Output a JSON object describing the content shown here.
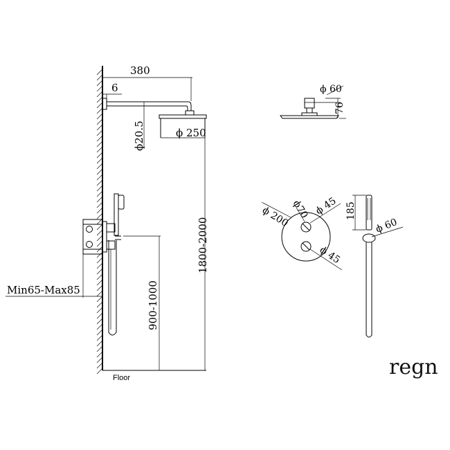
{
  "side_view": {
    "arm_length": "380",
    "wall_offset": "6",
    "arm_diameter": "ϕ20.5",
    "head_diameter": "ϕ 250",
    "overhead_height": "1800-2000",
    "valve_height": "900-1000",
    "wall_depth": "Min65-Max85",
    "floor_label": "Floor"
  },
  "head_detail": {
    "flange_diameter": "ϕ 60",
    "flange_height": "76"
  },
  "front_view": {
    "plate_diameter": "ϕ 200",
    "knob_spacing": "ϕ70",
    "top_knob_diameter": "ϕ 45",
    "bottom_knob_diameter": "ϕ 45"
  },
  "hand_shower": {
    "holder_height": "185",
    "hose_outlet_diameter": "ϕ 60"
  },
  "brand": {
    "logo_text": "regn"
  },
  "colors": {
    "line": "#000000",
    "background": "#ffffff"
  }
}
